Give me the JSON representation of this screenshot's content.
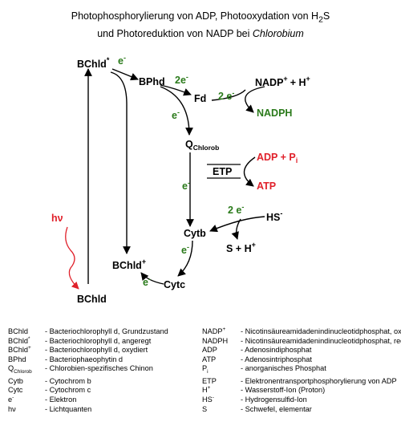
{
  "title": {
    "line1": "Photophosphorylierung von ADP, Photooxydation von H",
    "line1_sub": "2",
    "line1_end": "S",
    "line2_start": "und Photoreduktion von NADP bei ",
    "line2_italic": "Chlorobium"
  },
  "nodes": {
    "bchld_star": "BChld",
    "bchld_star_sup": "*",
    "bphd": "BPhd",
    "fd": "Fd",
    "nadp_plus": "NADP",
    "nadp_plus_sup": "+",
    "plus_h": "+ H",
    "plus_h_sup": "+",
    "nadph": "NADPH",
    "q_chlorob": "Q",
    "q_chlorob_sub": "Chlorob",
    "adp_pi": "ADP + P",
    "adp_pi_sub": "i",
    "etp": "ETP",
    "atp": "ATP",
    "hs": "HS",
    "hs_sup": "-",
    "cytb": "Cytb",
    "s_h": "S + H",
    "s_h_sup": "+",
    "bchld_plus": "BChld",
    "bchld_plus_sup": "+",
    "cytc": "Cytc",
    "bchld": "BChld",
    "hv": "hν"
  },
  "electrons": {
    "e1": "e",
    "e1_sup": "-",
    "e2": "2e",
    "e2_sup": "-",
    "e3": "2 e",
    "e3_sup": "-",
    "e4": "e",
    "e4_sup": "-",
    "e5": "e",
    "e5_sup": "-",
    "e6": "2 e",
    "e6_sup": "-",
    "e7": "e",
    "e7_sup": "-",
    "e8": "e",
    "e8_sup": "-"
  },
  "legend_left": [
    {
      "k": "BChld",
      "ks": "",
      "v": "- Bacteriochlorophyll d, Grundzustand"
    },
    {
      "k": "BChld",
      "ks": "*",
      "v": "- Bacteriochlorophyll d, angeregt"
    },
    {
      "k": "BChld",
      "ks": "+",
      "v": "- Bacteriochlorophyll d, oxydiert"
    },
    {
      "k": "BPhd",
      "ks": "",
      "v": "- Bacteriophaeophytin d"
    },
    {
      "k": "Q",
      "ks": "Chlorob",
      "v": "- Chlorobien-spezifisches Chinon"
    },
    {
      "k": "Cytb",
      "ks": "",
      "v": "- Cytochrom b"
    },
    {
      "k": "Cytc",
      "ks": "",
      "v": "- Cytochrom c"
    },
    {
      "k": "e",
      "ks": "-",
      "v": "- Elektron"
    },
    {
      "k": "hν",
      "ks": "",
      "v": "- Lichtquanten"
    }
  ],
  "legend_right": [
    {
      "k": "NADP",
      "ks": "+",
      "v": "- Nicotinsäureamidadenindinucleotidphosphat, ox."
    },
    {
      "k": "NADPH",
      "ks": "",
      "v": "- Nicotinsäureamidadenindinucleotidphosphat, red."
    },
    {
      "k": "ADP",
      "ks": "",
      "v": "- Adenosindiphosphat"
    },
    {
      "k": "ATP",
      "ks": "",
      "v": "- Adenosintriphosphat"
    },
    {
      "k": "P",
      "ks": "i",
      "v": "- anorganisches Phosphat"
    },
    {
      "k": "ETP",
      "ks": "",
      "v": "- Elektronentransportphosphorylierung von ADP"
    },
    {
      "k": "H",
      "ks": "+",
      "v": "- Wasserstoff-Ion (Proton)"
    },
    {
      "k": "HS",
      "ks": "-",
      "v": "- Hydrogensulfid-Ion"
    },
    {
      "k": "S",
      "ks": "",
      "v": "- Schwefel, elementar"
    }
  ]
}
